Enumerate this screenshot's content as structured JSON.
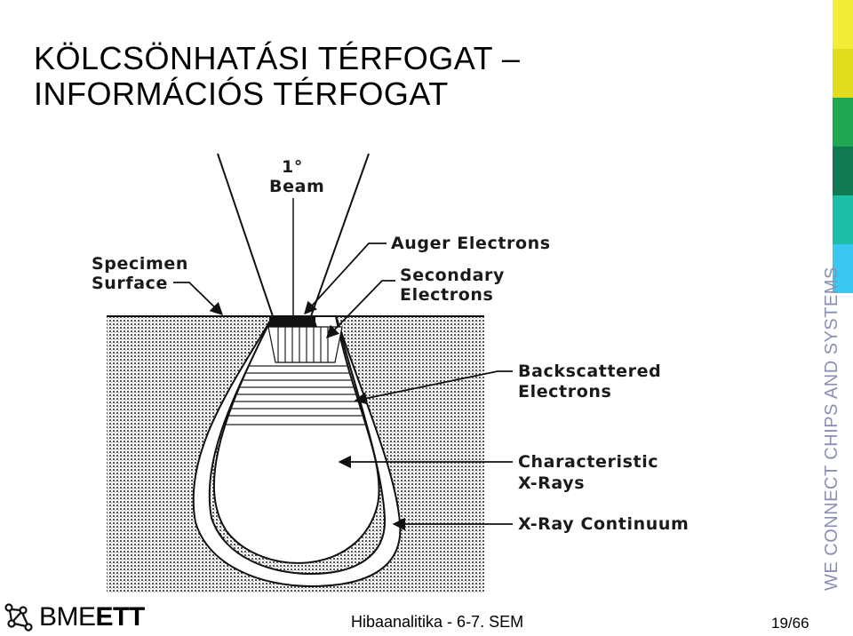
{
  "slide": {
    "title_line1": "KÖLCSÖNHATÁSI TÉRFOGAT –",
    "title_line2": "INFORMÁCIÓS TÉRFOGAT"
  },
  "diagram": {
    "beam_label_1": "1°",
    "beam_label_2": "Beam",
    "specimen_label_1": "Specimen",
    "specimen_label_2": "Surface",
    "auger_label": "Auger Electrons",
    "secondary_label_1": "Secondary",
    "secondary_label_2": "Electrons",
    "backscattered_label_1": "Backscattered",
    "backscattered_label_2": "Electrons",
    "characteristic_label_1": "Characteristic",
    "characteristic_label_2": "X-Rays",
    "continuum_label": "X-Ray Continuum"
  },
  "side": {
    "slogan": "WE CONNECT CHIPS AND SYSTEMS",
    "colors": [
      "#f5ec3a",
      "#e1dc1e",
      "#1fa84f",
      "#117a52",
      "#1cbfa6",
      "#3bc7ef"
    ]
  },
  "footer": {
    "logo_bme": "BME",
    "logo_ett": "ETT",
    "center_text": "Hibaanalitika - 6-7. SEM",
    "page": "19/66"
  }
}
